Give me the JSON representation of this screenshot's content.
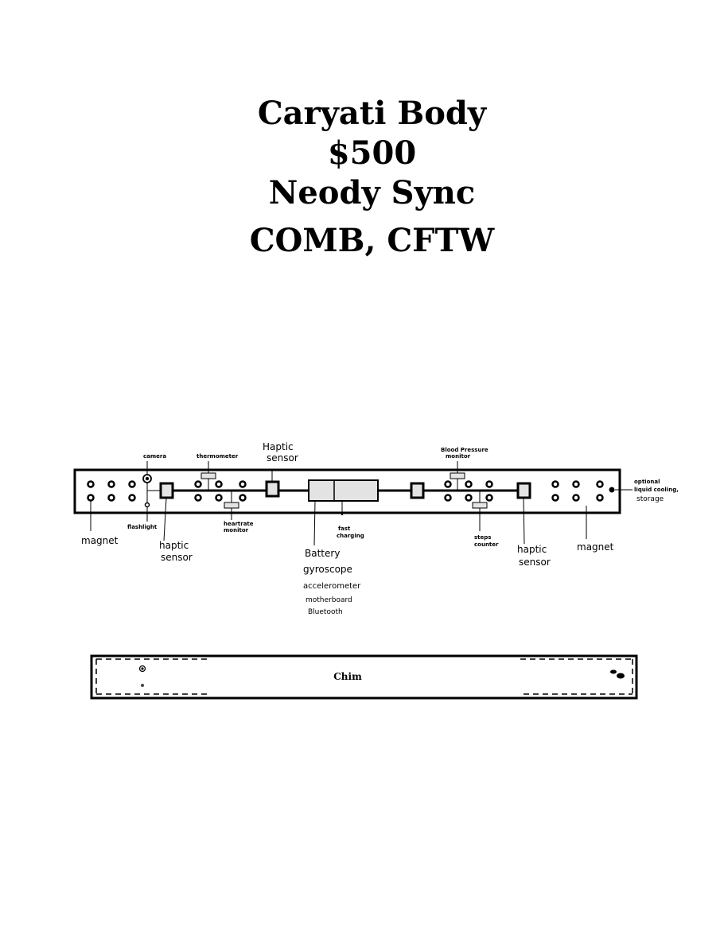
{
  "title": {
    "line1": "Caryati Body",
    "line2": "$500",
    "line3": "Neody Sync",
    "line4": "COMB, CFTW"
  },
  "body_diagram": {
    "labels": {
      "camera": "camera",
      "thermometer": "thermometer",
      "haptic_top": "Haptic sensor",
      "haptic_top_l1": "Haptic",
      "haptic_top_l2": "sensor",
      "blood_pressure_l1": "Blood Pressure",
      "blood_pressure_l2": "monitor",
      "optional_l1": "optional",
      "optional_l2": "liquid cooling,",
      "optional_l3": "storage",
      "magnet_left": "magnet",
      "flashlight": "flashlight",
      "haptic_left_l1": "haptic",
      "haptic_left_l2": "sensor",
      "heartrate_l1": "heartrate",
      "heartrate_l2": "monitor",
      "fast_charging_l1": "fast",
      "fast_charging_l2": "charging",
      "battery_stack": [
        "Battery",
        "gyroscope",
        "accelerometer",
        "motherboard",
        "Bluetooth"
      ],
      "steps_l1": "steps",
      "steps_l2": "counter",
      "haptic_right_l1": "haptic",
      "haptic_right_l2": "sensor",
      "magnet_right": "magnet"
    }
  },
  "chim_diagram": {
    "label": "Chim"
  }
}
